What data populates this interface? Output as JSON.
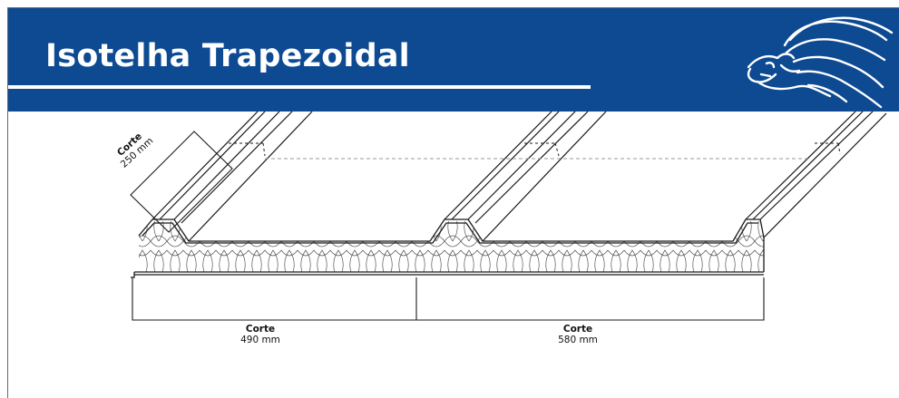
{
  "header": {
    "title": "Isotelha Trapezoidal",
    "background_color": "#0d4a92",
    "text_color": "#ffffff",
    "logo_icon": "lion-head-logo-icon"
  },
  "diagram": {
    "line_color": "#1a1a1a",
    "dimensions": [
      {
        "heading": "Corte",
        "value": "250 mm"
      },
      {
        "heading": "Corte",
        "value": "490 mm"
      },
      {
        "heading": "Corte",
        "value": "580 mm"
      }
    ]
  }
}
